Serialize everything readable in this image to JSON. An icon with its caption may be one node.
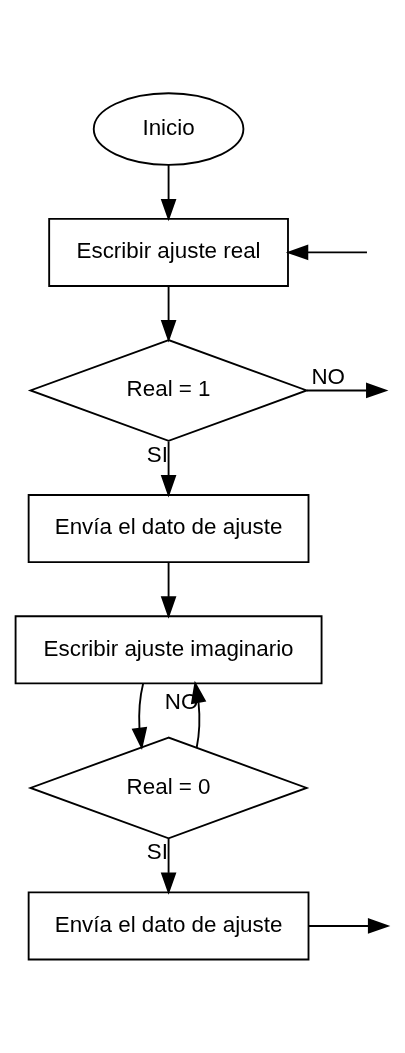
{
  "diagram": {
    "nodes": [
      {
        "text": [
          "Inicio"
        ]
      },
      {
        "text": [
          "Escribir ajuste real"
        ]
      },
      {
        "text": [
          "Real = 1"
        ]
      },
      {
        "text": [
          "Envía el dato de ajuste"
        ]
      },
      {
        "text": [
          "Escribir ajuste imaginario"
        ]
      },
      {
        "text": [
          "Real = 0"
        ]
      },
      {
        "text": [
          "Envía el dato de ajuste"
        ]
      }
    ],
    "edges": [
      {
        "from": 0,
        "to": 1,
        "arrow": "to"
      },
      {
        "from": null,
        "to": 1,
        "arrow": "to"
      },
      {
        "from": 1,
        "to": 2,
        "arrow": "to"
      },
      {
        "from": 2,
        "to": null,
        "label": "NO",
        "arrow": "to"
      },
      {
        "from": 2,
        "to": 3,
        "label": "SI",
        "arrow": "to"
      },
      {
        "from": 3,
        "to": 4,
        "arrow": "to"
      },
      {
        "from": 4,
        "to": 5,
        "arrow": "to"
      },
      {
        "from": 5,
        "to": 4,
        "label": "NO",
        "arrow": "to"
      },
      {
        "from": 5,
        "to": 6,
        "label": "SI",
        "arrow": "to"
      },
      {
        "from": 6,
        "to": null,
        "arrow": "to"
      }
    ]
  }
}
